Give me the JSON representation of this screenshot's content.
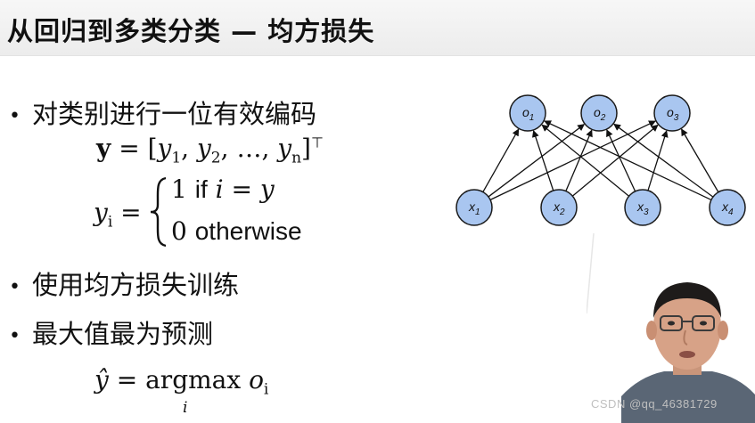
{
  "title": "从回归到多类分类 — 均方损失",
  "bullets": [
    "对类别进行一位有效编码",
    "使用均方损失训练",
    "最大值最为预测"
  ],
  "bullet_marker": "•",
  "formula_y": {
    "lhs": "y",
    "eq": "=",
    "open": "[",
    "y1": "y",
    "y1_sub": "1",
    "c1": ",",
    "y2": "y",
    "y2_sub": "2",
    "c2": ",",
    "dots": "…",
    "c3": ",",
    "yn": "y",
    "yn_sub": "n",
    "close": "]",
    "sup": "⊤"
  },
  "formula_yi": {
    "lhs": "y",
    "lhs_sub": "i",
    "eq": "=",
    "case1_val": "1",
    "case1_if": "if",
    "case1_cond_i": "i",
    "case1_cond_eq": "=",
    "case1_cond_y": "y",
    "case2_val": "0",
    "case2_text": "otherwise"
  },
  "formula_pred": {
    "lhs": "ŷ",
    "eq": "=",
    "op": "argmax",
    "op_sub": "i",
    "var": "o",
    "var_sub": "i"
  },
  "network": {
    "outputs": [
      {
        "label": "o",
        "sub": "1"
      },
      {
        "label": "o",
        "sub": "2"
      },
      {
        "label": "o",
        "sub": "3"
      }
    ],
    "inputs": [
      {
        "label": "x",
        "sub": "1"
      },
      {
        "label": "x",
        "sub": "2"
      },
      {
        "label": "x",
        "sub": "3"
      },
      {
        "label": "x",
        "sub": "4"
      }
    ],
    "node_fill": "#a9c6f0",
    "node_stroke": "#1a1a1a"
  },
  "watermark": "CSDN @qq_46381729",
  "colors": {
    "header": "#efefef",
    "text": "#111111",
    "node_fill": "#a9c6f0"
  }
}
